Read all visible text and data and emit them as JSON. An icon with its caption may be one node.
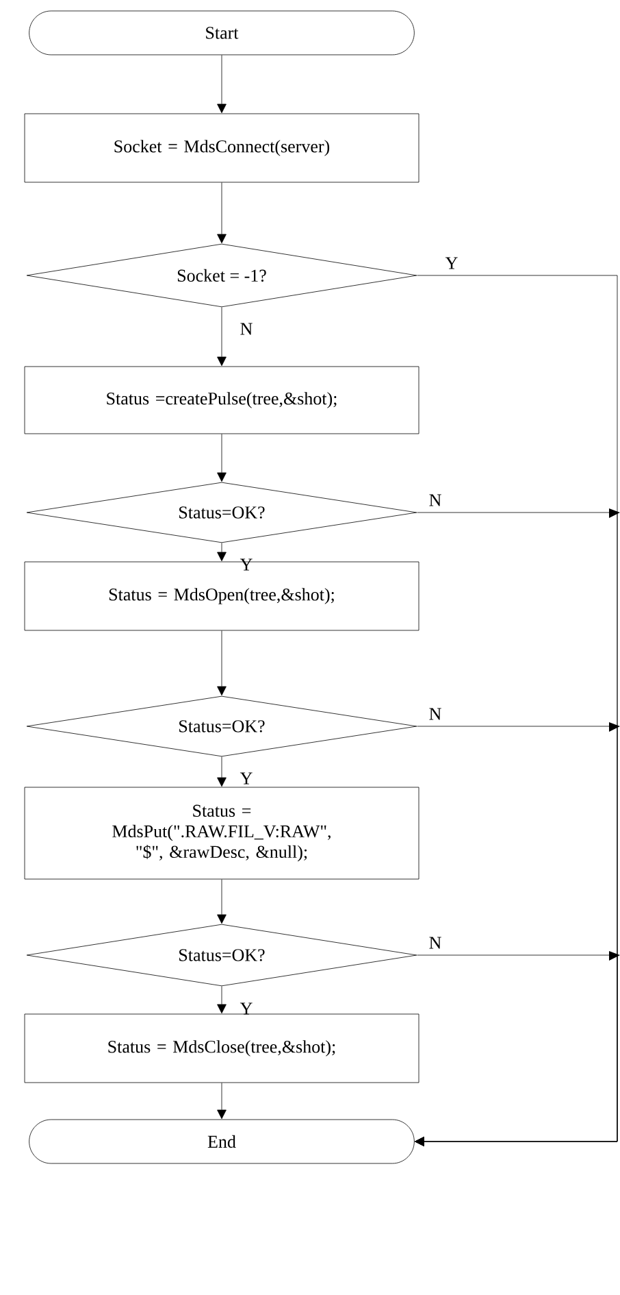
{
  "diagram": {
    "nodes": [
      {
        "text": [
          "Start"
        ]
      },
      {
        "text": [
          "Socket = MdsConnect(server)"
        ]
      },
      {
        "text": [
          "Socket = -1?"
        ]
      },
      {
        "text": [
          "Status =createPulse(tree,&shot);"
        ]
      },
      {
        "text": [
          "Status=OK?"
        ]
      },
      {
        "text": [
          "Status = MdsOpen(tree,&shot);"
        ]
      },
      {
        "text": [
          "Status=OK?"
        ]
      },
      {
        "text": [
          "Status = MdsPut(\".RAW.FIL_V:RAW\", \"$\", &rawDesc, &null);"
        ]
      },
      {
        "text": [
          "Status=OK?"
        ]
      },
      {
        "text": [
          "Status = MdsClose(tree,&shot);"
        ]
      },
      {
        "text": [
          "End"
        ]
      }
    ],
    "edges": [
      {
        "from": 0,
        "to": 1,
        "arrow": "to"
      },
      {
        "from": 1,
        "to": 2,
        "arrow": "to"
      },
      {
        "from": 2,
        "to": 3,
        "arrow": "to",
        "label": "N"
      },
      {
        "from": 3,
        "to": 4,
        "arrow": "to"
      },
      {
        "from": 4,
        "to": 5,
        "arrow": "to",
        "label": "Y"
      },
      {
        "from": 5,
        "to": 6,
        "arrow": "to"
      },
      {
        "from": 6,
        "to": 7,
        "arrow": "to",
        "label": "Y"
      },
      {
        "from": 7,
        "to": 8,
        "arrow": "to"
      },
      {
        "from": 8,
        "to": 9,
        "arrow": "to",
        "label": "Y"
      },
      {
        "from": 9,
        "to": 10,
        "arrow": "to"
      },
      {
        "from": 2,
        "to": 10,
        "arrow": "to",
        "label": "Y"
      },
      {
        "from": 4,
        "to": 10,
        "arrow": "to",
        "label": "N"
      },
      {
        "from": 6,
        "to": 10,
        "arrow": "to",
        "label": "N"
      },
      {
        "from": 8,
        "to": 10,
        "arrow": "to",
        "label": "N"
      }
    ]
  }
}
